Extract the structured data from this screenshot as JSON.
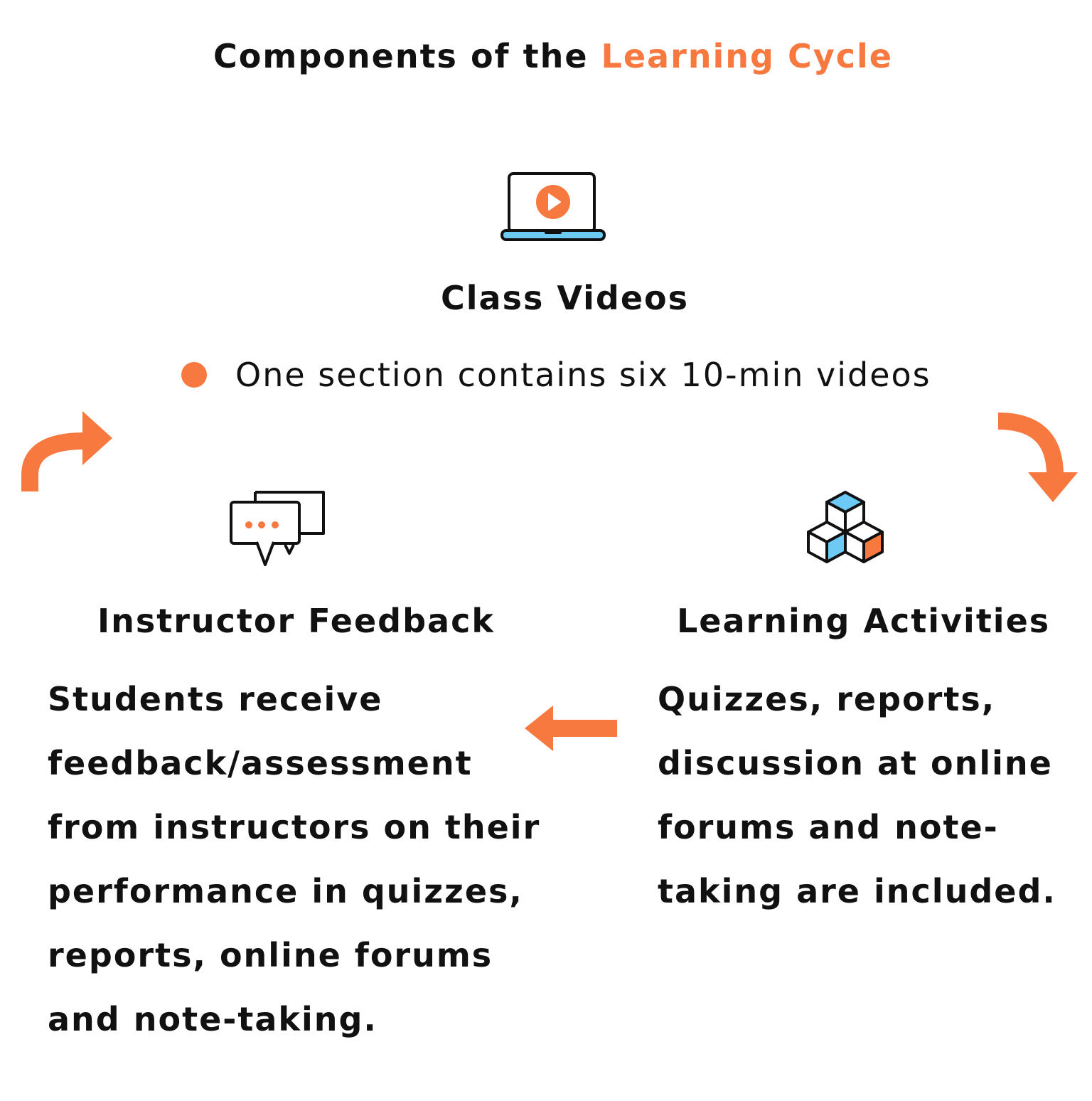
{
  "title": {
    "prefix": "Components of the ",
    "highlight": "Learning Cycle"
  },
  "colors": {
    "accent": "#f7793f",
    "blue": "#6ccaf5",
    "ink": "#111111"
  },
  "nodes": {
    "class_videos": {
      "icon": "laptop-play-icon",
      "heading": "Class Videos",
      "bullet": "One section contains six 10-min videos"
    },
    "instructor_feedback": {
      "icon": "chat-bubbles-icon",
      "heading": "Instructor Feedback",
      "lines": [
        "Students receive",
        "feedback/assessment",
        "from instructors on their",
        "performance in quizzes,",
        "reports, online forums",
        "and note-taking."
      ]
    },
    "learning_activities": {
      "icon": "cubes-icon",
      "heading": "Learning Activities",
      "lines": [
        "Quizzes, reports,",
        "discussion at online",
        "forums and note-",
        "taking are included."
      ]
    }
  },
  "arrows": [
    "curved-arrow-up-right-icon",
    "curved-arrow-down-right-icon",
    "left-arrow-icon"
  ]
}
